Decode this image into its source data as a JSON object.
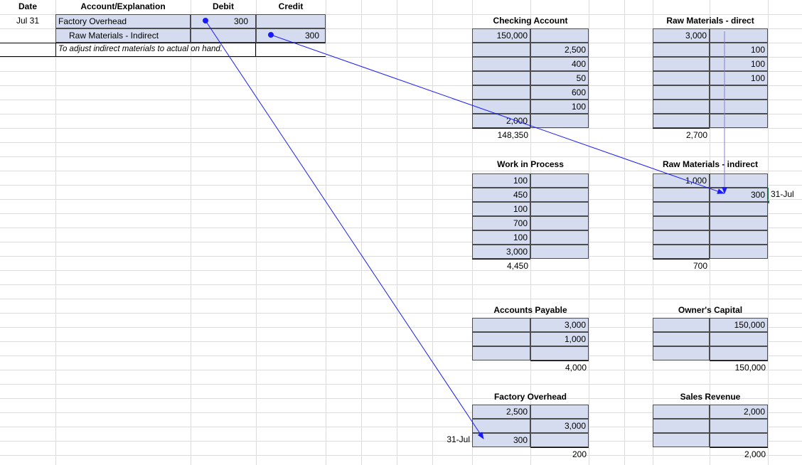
{
  "journal": {
    "headers": {
      "date": "Date",
      "account": "Account/Explanation",
      "debit": "Debit",
      "credit": "Credit"
    },
    "date": "Jul 31",
    "debit_account": "Factory Overhead",
    "debit_amount": "300",
    "credit_account": "Raw Materials - Indirect",
    "credit_amount": "300",
    "explanation": "To adjust indirect materials to actual on hand."
  },
  "taccounts": {
    "checking": {
      "title": "Checking Account",
      "left": [
        "150,000",
        "",
        "",
        "",
        "",
        "",
        "2,000"
      ],
      "right": [
        "",
        "2,500",
        "400",
        "50",
        "600",
        "100",
        ""
      ],
      "balance_left": "148,350"
    },
    "rm_direct": {
      "title": "Raw Materials - direct",
      "left": [
        "3,000",
        "",
        "",
        "",
        "",
        "",
        ""
      ],
      "right": [
        "",
        "100",
        "100",
        "100",
        "",
        "",
        ""
      ],
      "balance_left": "2,700"
    },
    "wip": {
      "title": "Work in Process",
      "left": [
        "100",
        "450",
        "100",
        "700",
        "100",
        "3,000"
      ],
      "balance_left": "4,450"
    },
    "rm_indirect": {
      "title": "Raw Materials - indirect",
      "left": [
        "1,000",
        "",
        "",
        "",
        "",
        ""
      ],
      "right": [
        "",
        "300",
        "",
        "",
        "",
        ""
      ],
      "balance_left": "700",
      "side_label": "31-Jul"
    },
    "ap": {
      "title": "Accounts Payable",
      "right": [
        "3,000",
        "1,000",
        ""
      ],
      "balance_right": "4,000"
    },
    "capital": {
      "title": "Owner's Capital",
      "right": [
        "150,000",
        "",
        ""
      ],
      "balance_right": "150,000"
    },
    "foh": {
      "title": "Factory Overhead",
      "left": [
        "2,500",
        "",
        "300"
      ],
      "right": [
        "",
        "3,000",
        ""
      ],
      "balance_right": "200",
      "side_label": "31-Jul"
    },
    "sales": {
      "title": "Sales Revenue",
      "right": [
        "2,000",
        "",
        ""
      ],
      "balance_right": "2,000"
    }
  },
  "colors": {
    "cell_fill": "#d6dcef",
    "arrow": "#1a1aff",
    "selection": "#217346"
  }
}
